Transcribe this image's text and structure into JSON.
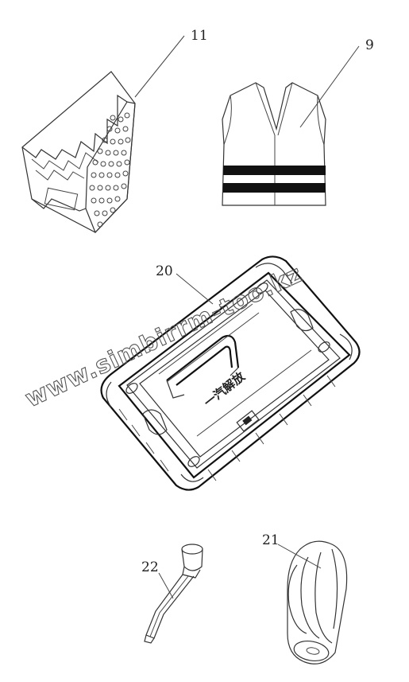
{
  "callouts": {
    "wheel_chock": "11",
    "safety_vest": "9",
    "tool_box": "20",
    "oil_funnel": "22",
    "gloves": "21"
  },
  "box_brand_text": "一汽解放",
  "watermark": "www.simbirrm-too.kz"
}
